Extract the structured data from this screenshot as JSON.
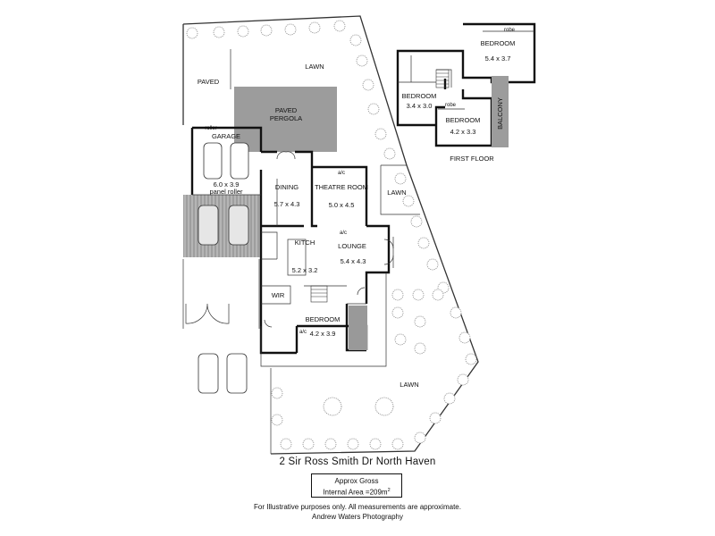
{
  "title": "2 Sir Ross Smith Dr North Haven",
  "area_line1": "Approx Gross",
  "area_line2": "Internal Area =209m",
  "area_unit_sup": "2",
  "disclaimer": "For Illustrative purposes only.  All measurements are approximate.",
  "credit": "Andrew Waters Photography",
  "labels": {
    "paved": "PAVED",
    "lawn_top": "LAWN",
    "paved_pergola_1": "PAVED",
    "paved_pergola_2": "PERGOLA",
    "roller": "roller",
    "garage": "GARAGE",
    "garage_dim": "6.0 x 3.9",
    "panel_roller": "panel roller",
    "dining": "DINING",
    "dining_dim": "5.7 x 4.3",
    "ac_theatre": "a/c",
    "theatre": "THEATRE ROOM",
    "theatre_dim": "5.0 x 4.5",
    "lawn_mid": "LAWN",
    "ac_lounge": "a/c",
    "kitch": "KITCH",
    "kitch_dim": "5.2 x 3.2",
    "lounge": "LOUNGE",
    "lounge_dim": "5.4 x 4.3",
    "wir": "WIR",
    "bedroom_gf": "BEDROOM",
    "bedroom_gf_dim": "4.2 x 3.9",
    "ac_bed": "a/c",
    "lawn_bottom": "LAWN",
    "ff_robe_top": "robe",
    "ff_bed1": "BEDROOM",
    "ff_bed1_dim": "5.4 x 3.7",
    "ff_bed2": "BEDROOM",
    "ff_bed2_dim": "3.4 x 3.0",
    "ff_robe": "robe",
    "ff_bed3": "BEDROOM",
    "ff_bed3_dim": "4.2 x 3.3",
    "balcony": "BALCONY",
    "first_floor": "FIRST FLOOR"
  },
  "colors": {
    "paving_grey": "#999999",
    "deck_grey": "#a8a8a8",
    "wall": "#111111"
  }
}
